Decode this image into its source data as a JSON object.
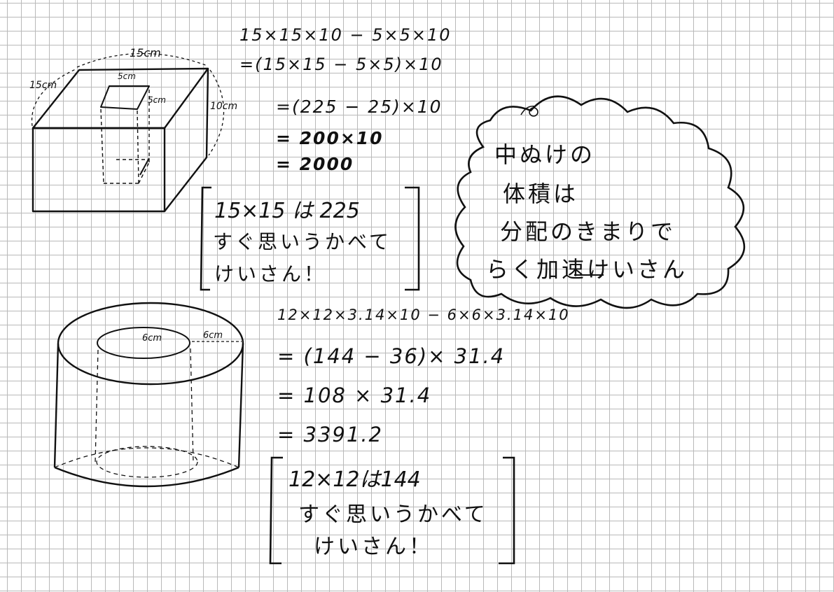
{
  "cuboid": {
    "dim_top": "15cm",
    "dim_side": "15cm",
    "dim_height": "10cm",
    "hole_w": "5cm",
    "hole_d": "5cm"
  },
  "calc1": {
    "line1": "15×15×10 − 5×5×10",
    "line2": "=(15×15 − 5×5)×10",
    "line3": "=(225 − 25)×10",
    "line4": "= 200×10",
    "line5": "= 2000"
  },
  "note1": {
    "line1": "15×15 は 225",
    "line2": "すぐ思いうかべて",
    "line3": "けいさん！"
  },
  "cloud": {
    "line1": "中ぬけの",
    "line2": "体積は",
    "line3": "分配のきまりで",
    "line4": "らく加速けいさん"
  },
  "cylinder": {
    "inner_r": "6cm",
    "ring_w": "6cm"
  },
  "calc2": {
    "line1": "12×12×3.14×10 − 6×6×3.14×10",
    "line2": "= (144 − 36)× 31.4",
    "line3": "= 108 × 31.4",
    "line4": "= 3391.2"
  },
  "note2": {
    "line1": "12×12は144",
    "line2": "すぐ思いうかべて",
    "line3": "けいさん！"
  }
}
